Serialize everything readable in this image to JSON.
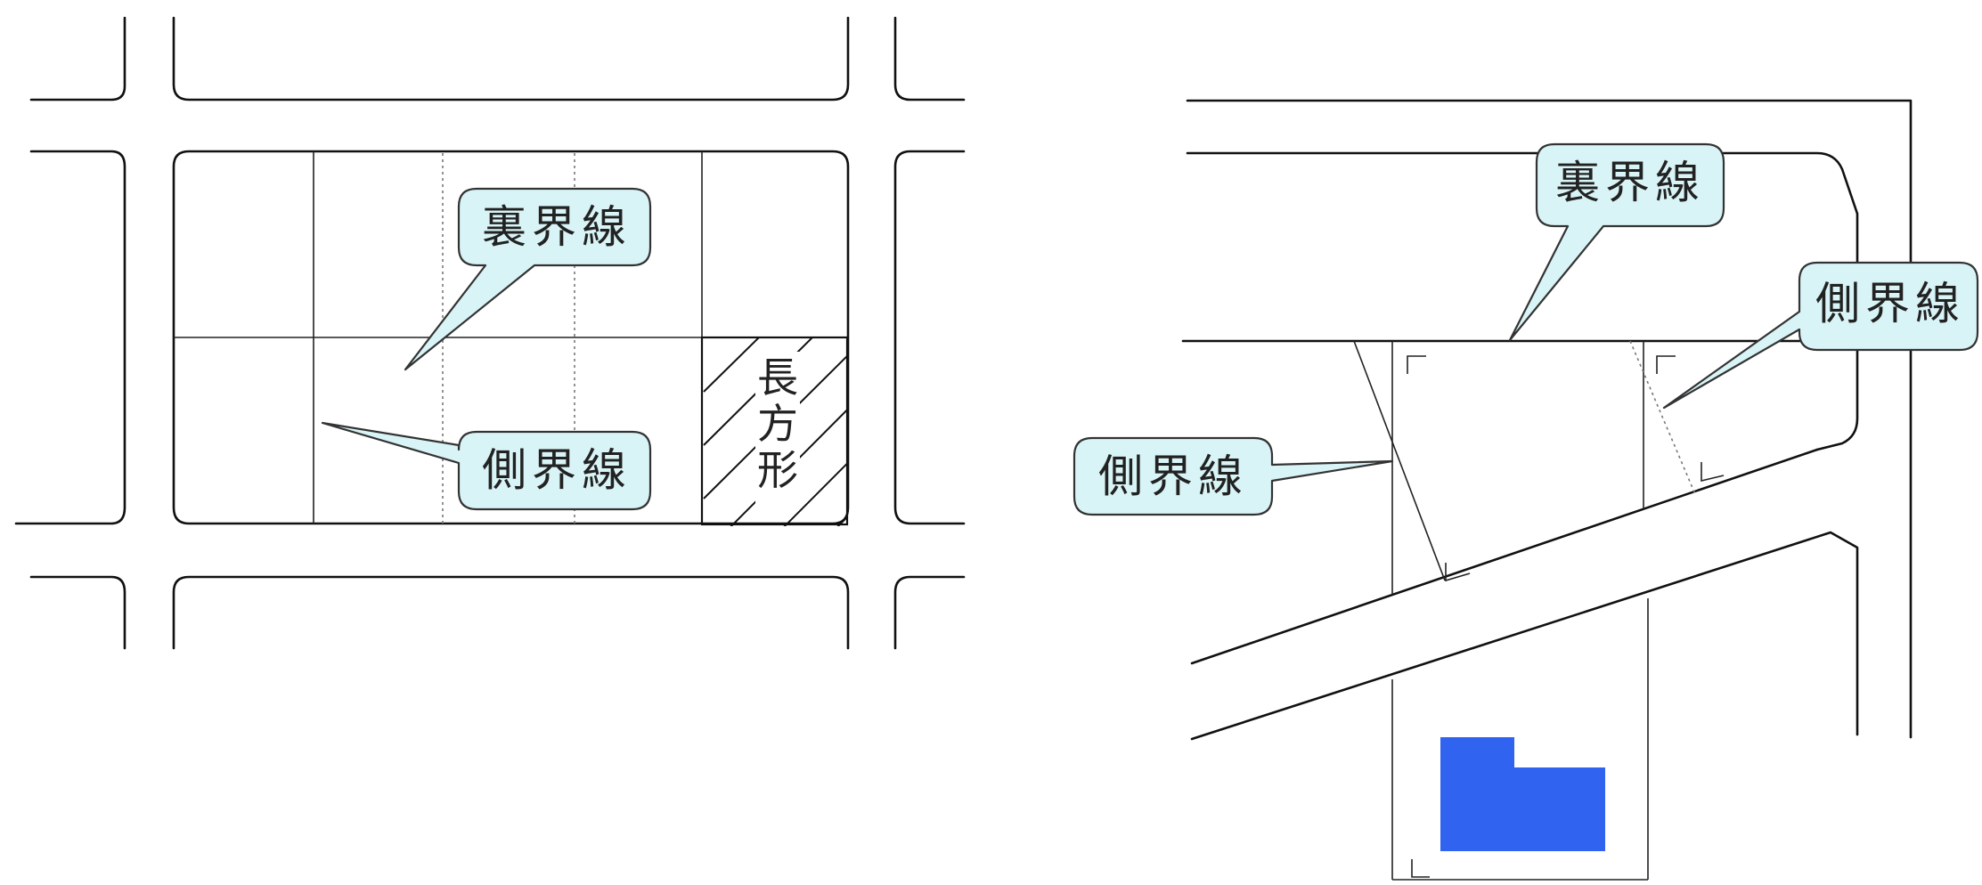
{
  "left_panel": {
    "callout_rear": "裏界線",
    "callout_side": "側界線",
    "rect_lot_label": [
      "長",
      "方",
      "形"
    ]
  },
  "right_panel": {
    "callout_rear": "裏界線",
    "callout_side_left": "側界線",
    "callout_side_right": "側界線"
  },
  "colors": {
    "callout_fill": "#d9f4f7",
    "building_fill": "#2f63f0",
    "line": "#111111"
  }
}
